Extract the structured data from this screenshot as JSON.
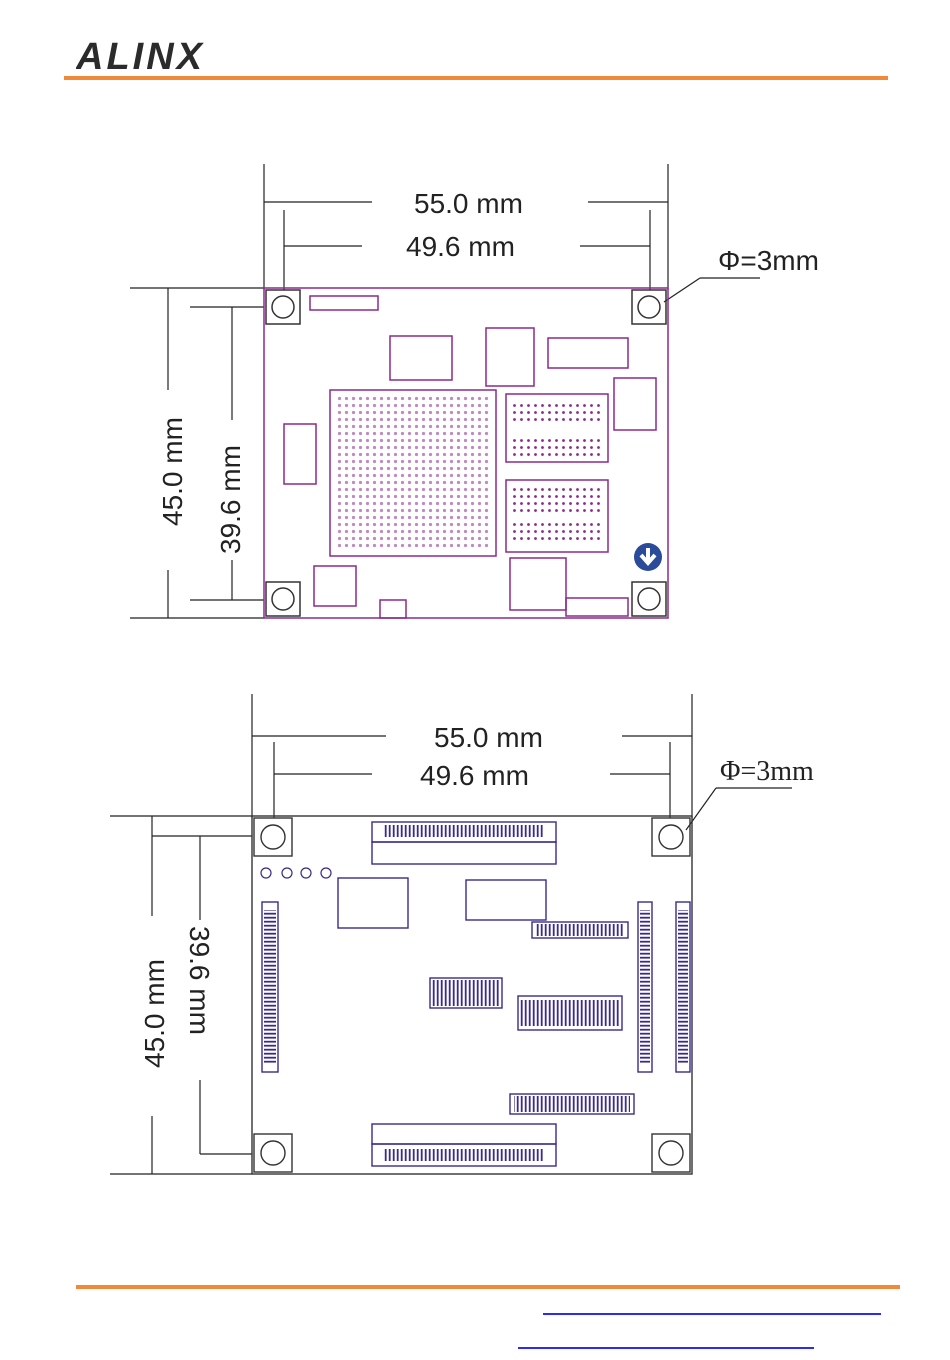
{
  "header": {
    "logo_text": "ALINX",
    "accent_color": "#f08a3a"
  },
  "top_view": {
    "width_outer": "55.0 mm",
    "width_inner": "49.6 mm",
    "height_outer": "45.0 mm",
    "height_inner": "39.6 mm",
    "hole_label": "Φ=3mm"
  },
  "bottom_view": {
    "width_outer": "55.0 mm",
    "width_inner": "49.6 mm",
    "height_outer": "45.0 mm",
    "height_inner": "39.6 mm",
    "hole_label": "Φ=3mm"
  },
  "colors": {
    "pcb_outline_top": "#8a2a8a",
    "pcb_outline_bottom": "#3a2a8a",
    "footer_link": "#2a2aff"
  }
}
